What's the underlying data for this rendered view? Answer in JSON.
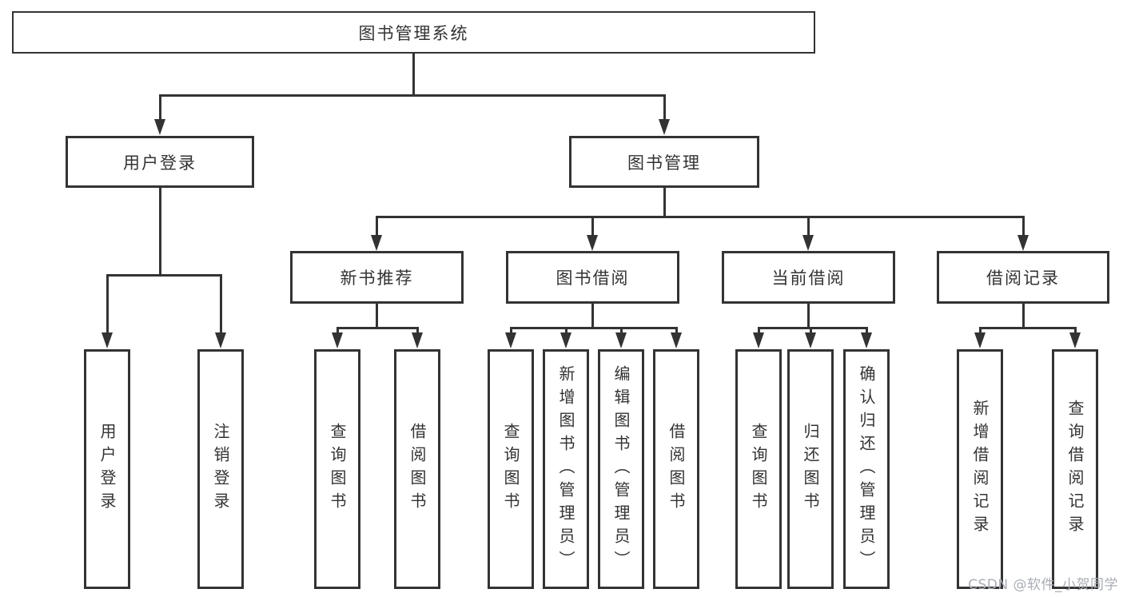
{
  "tree": {
    "label": "图书管理系统",
    "children": [
      {
        "label": "用户登录",
        "children": [
          {
            "label": "用户登录"
          },
          {
            "label": "注销登录"
          }
        ]
      },
      {
        "label": "图书管理",
        "children": [
          {
            "label": "新书推荐",
            "children": [
              {
                "label": "查询图书"
              },
              {
                "label": "借阅图书"
              }
            ]
          },
          {
            "label": "图书借阅",
            "children": [
              {
                "label": "查询图书"
              },
              {
                "label": "新增图书（管理员）"
              },
              {
                "label": "编辑图书（管理员）"
              },
              {
                "label": "借阅图书"
              }
            ]
          },
          {
            "label": "当前借阅",
            "children": [
              {
                "label": "查询图书"
              },
              {
                "label": "归还图书"
              },
              {
                "label": "确认归还（管理员）"
              }
            ]
          },
          {
            "label": "借阅记录",
            "children": [
              {
                "label": "新增借阅记录"
              },
              {
                "label": "查询借阅记录"
              }
            ]
          }
        ]
      }
    ]
  },
  "watermark": "CSDN @软件_小贺同学",
  "colors": {
    "line_color": "#333333",
    "text_color": "#333333",
    "box_fill": "#ffffff",
    "page_background": "#ffffff",
    "watermark_color": "#a9adb4"
  }
}
